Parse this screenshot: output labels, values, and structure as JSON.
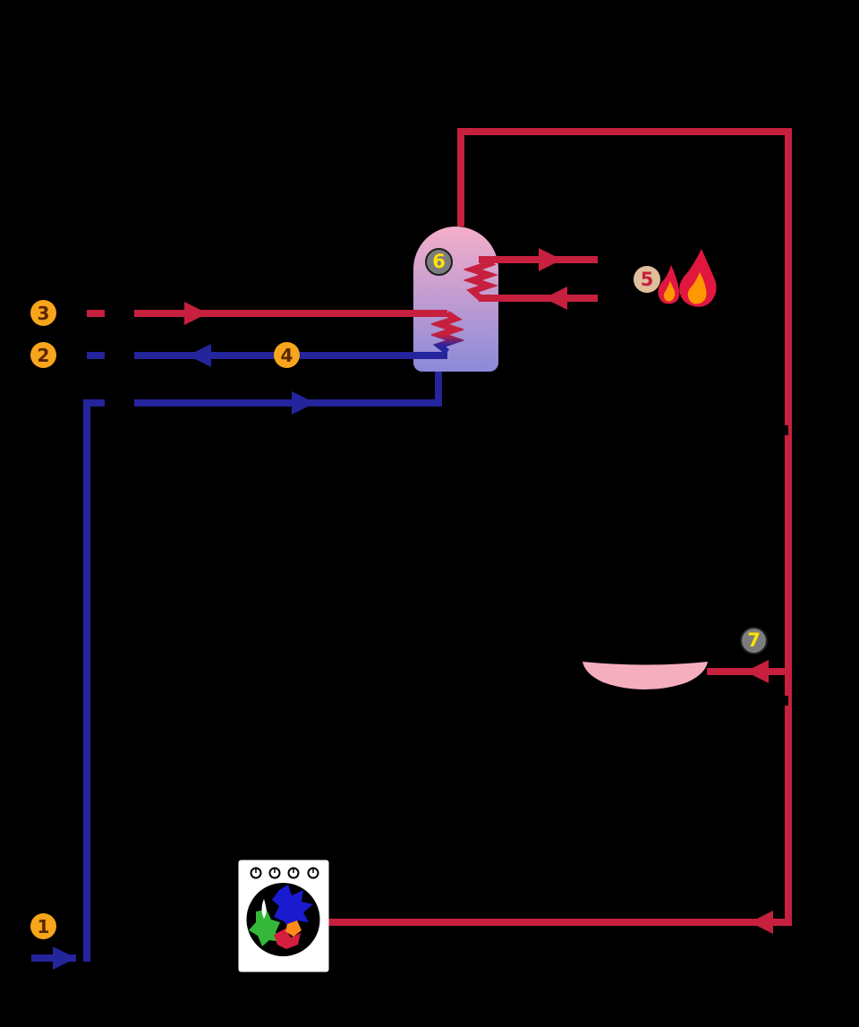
{
  "colors": {
    "bg": "#000000",
    "hot": "#c6203e",
    "cold": "#24249c",
    "amber": "#f7a51b",
    "amber-text": "#5a2800",
    "gray": "#7c7c7c",
    "yellow": "#ffe20a",
    "tan": "#dfbf9b",
    "tank-top": "#f6aecb",
    "tank-bottom": "#8a8ad8",
    "basin": "#f5aebe",
    "flame-outer": "#e1173f",
    "flame-inner": "#ff9800",
    "cloth-blue": "#1a1ad0",
    "cloth-green": "#35b83a",
    "cloth-red": "#d41f3f",
    "cloth-orange": "#ff8c1a",
    "washer-body": "#ffffff"
  },
  "markers": [
    {
      "label": "1",
      "style": "amber"
    },
    {
      "label": "2",
      "style": "amber"
    },
    {
      "label": "3",
      "style": "amber"
    },
    {
      "label": "4",
      "style": "amber"
    },
    {
      "label": "5",
      "style": "tan"
    },
    {
      "label": "6",
      "style": "gray"
    },
    {
      "label": "7",
      "style": "gray"
    }
  ],
  "icons": {
    "flame": "flame-icon",
    "basin": "sink-basin-icon",
    "washer": "washing-machine-icon",
    "tank": "hot-water-storage-tank",
    "coil_upper": "boiler-heat-exchanger-coil",
    "coil_lower": "secondary-heat-exchanger-coil"
  }
}
